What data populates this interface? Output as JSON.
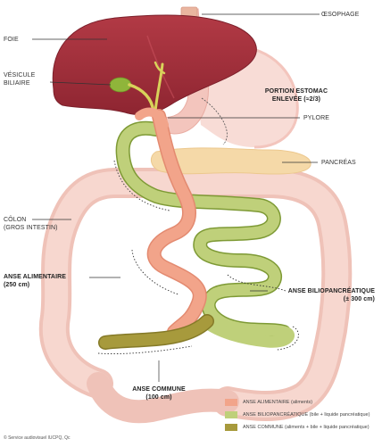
{
  "labels": {
    "oesophage": "ŒSOPHAGE",
    "foie": "FOIE",
    "vesicule_line1": "VÉSICULE",
    "vesicule_line2": "BILIAIRE",
    "portion_line1": "PORTION ESTOMAC",
    "portion_line2": "ENLEVÉE (≈2/3)",
    "pylore": "PYLORE",
    "pancreas": "PANCRÉAS",
    "colon_line1": "CÔLON",
    "colon_line2": "(GROS INTESTIN)",
    "anse_alimentaire_line1": "ANSE ALIMENTAIRE",
    "anse_alimentaire_line2": "(250 cm)",
    "anse_bilio_line1": "ANSE BILIOPANCRÉATIQUE",
    "anse_bilio_line2": "(± 300 cm)",
    "anse_commune_line1": "ANSE COMMUNE",
    "anse_commune_line2": "(100 cm)"
  },
  "legend": [
    {
      "label": "ANSE ALIMENTAIRE (aliments)",
      "color": "#f2a48a"
    },
    {
      "label": "ANSE BILIOPANCRÉATIQUE (bile + liquide pancréatique)",
      "color": "#bfd07a"
    },
    {
      "label": "ANSE COMMUNE (aliments + bile + liquide pancréatique)",
      "color": "#a79a3c"
    }
  ],
  "credit": "© Service audiovisuel IUCPQ, Qc",
  "colors": {
    "liver": "#a7323e",
    "gallbladder": "#8fb53a",
    "stomach": "#f3c5bd",
    "pancreas": "#f5d9a8",
    "colon": "#f6d0c6",
    "alimentary_loop": "#f2a48a",
    "biliopancreatic_loop": "#bfd07a",
    "common_loop": "#a79a3c"
  }
}
